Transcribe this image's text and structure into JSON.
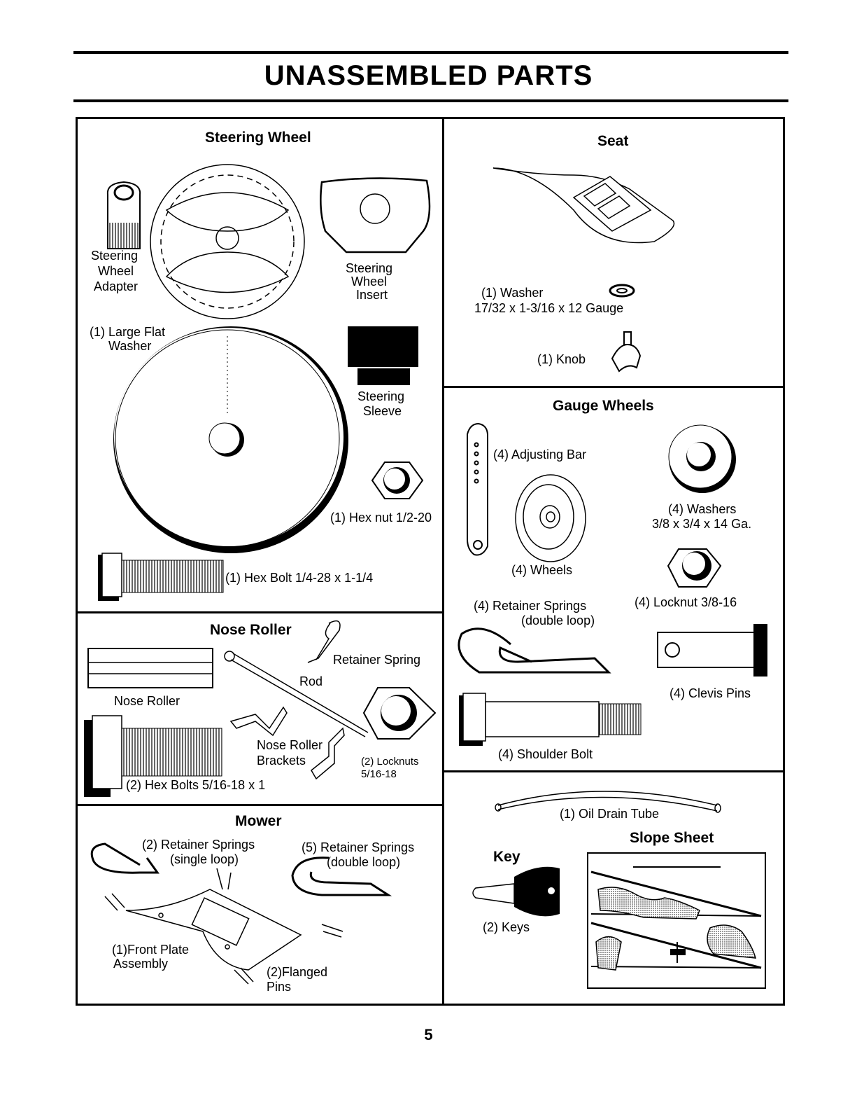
{
  "title": "UNASSEMBLED PARTS",
  "page_number": "5",
  "steering": {
    "heading": "Steering Wheel",
    "adapter": [
      "Steering",
      "Wheel",
      "Adapter"
    ],
    "insert": [
      "Steering",
      "Wheel",
      "Insert"
    ],
    "washer": [
      "(1) Large Flat",
      "Washer"
    ],
    "sleeve": [
      "Steering",
      "Sleeve"
    ],
    "hexnut": "(1) Hex nut  1/2-20",
    "hexbolt": "(1) Hex Bolt  1/4-28 x 1-1/4"
  },
  "nose": {
    "heading": "Nose Roller",
    "retainer": "Retainer Spring",
    "rod": "Rod",
    "roller": "Nose Roller",
    "brackets": [
      "Nose Roller",
      "Brackets"
    ],
    "locknuts": [
      "(2) Locknuts",
      "5/16-18"
    ],
    "bolts": "(2) Hex Bolts  5/16-18 x 1"
  },
  "mower": {
    "heading": "Mower",
    "single": [
      "(2)  Retainer Springs",
      "(single loop)"
    ],
    "double": [
      "(5)  Retainer Springs",
      "(double loop)"
    ],
    "plate": [
      "(1)Front Plate",
      "Assembly"
    ],
    "pins": [
      "(2)Flanged",
      "Pins"
    ]
  },
  "seat": {
    "heading": "Seat",
    "washer": [
      "(1) Washer",
      "17/32 x 1-3/16 x 12 Gauge"
    ],
    "knob": "(1) Knob"
  },
  "gauge": {
    "heading": "Gauge Wheels",
    "bar": "(4) Adjusting Bar",
    "washers": [
      "(4) Washers",
      "3/8 x 3/4 x 14 Ga."
    ],
    "wheels": "(4) Wheels",
    "retainer": [
      "(4)  Retainer Springs",
      "(double loop)"
    ],
    "locknut": "(4) Locknut  3/8-16",
    "clevis": "(4) Clevis Pins",
    "shoulder": "(4) Shoulder Bolt"
  },
  "misc": {
    "tube": "(1) Oil Drain Tube",
    "key_heading": "Key",
    "keys": "(2) Keys",
    "slope_heading": "Slope Sheet"
  }
}
